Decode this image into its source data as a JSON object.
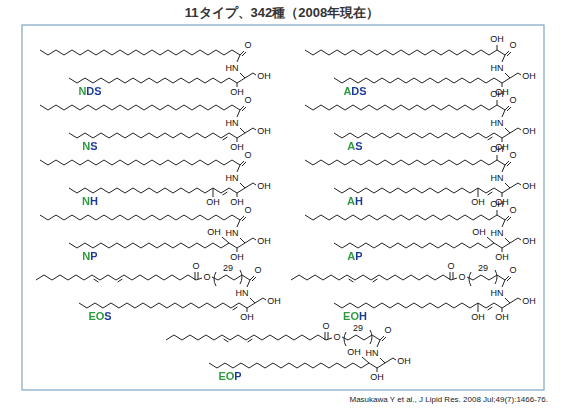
{
  "diagram": {
    "title": "11タイプ、342種（2008年現在）",
    "caption": "Masukawa Y et al., J Lipid Res. 2008 Jul;49(7):1466-76.",
    "labels": [
      "NDS",
      "O",
      "HN",
      "OH",
      "OH",
      "ADS",
      "OH",
      "O",
      "HN",
      "OH",
      "OH",
      "NS",
      "O",
      "HN",
      "OH",
      "OH",
      "AS",
      "OH",
      "O",
      "HN",
      "OH",
      "OH",
      "NH",
      "O",
      "HN",
      "OH",
      "OH",
      "OH",
      "AH",
      "OH",
      "O",
      "HN",
      "OH",
      "OH",
      "OH",
      "NP",
      "O",
      "HN",
      "OH",
      "OH",
      "OH",
      "AP",
      "OH",
      "O",
      "HN",
      "OH",
      "OH",
      "OH",
      "EOS",
      "29",
      "O",
      "O",
      "O",
      "HN",
      "OH",
      "OH",
      "EOH",
      "29",
      "O",
      "O",
      "O",
      "HN",
      "OH",
      "OH",
      "OH",
      "EOP",
      "29",
      "O",
      "O",
      "O",
      "HN",
      "OH",
      "OH",
      "OH"
    ]
  }
}
